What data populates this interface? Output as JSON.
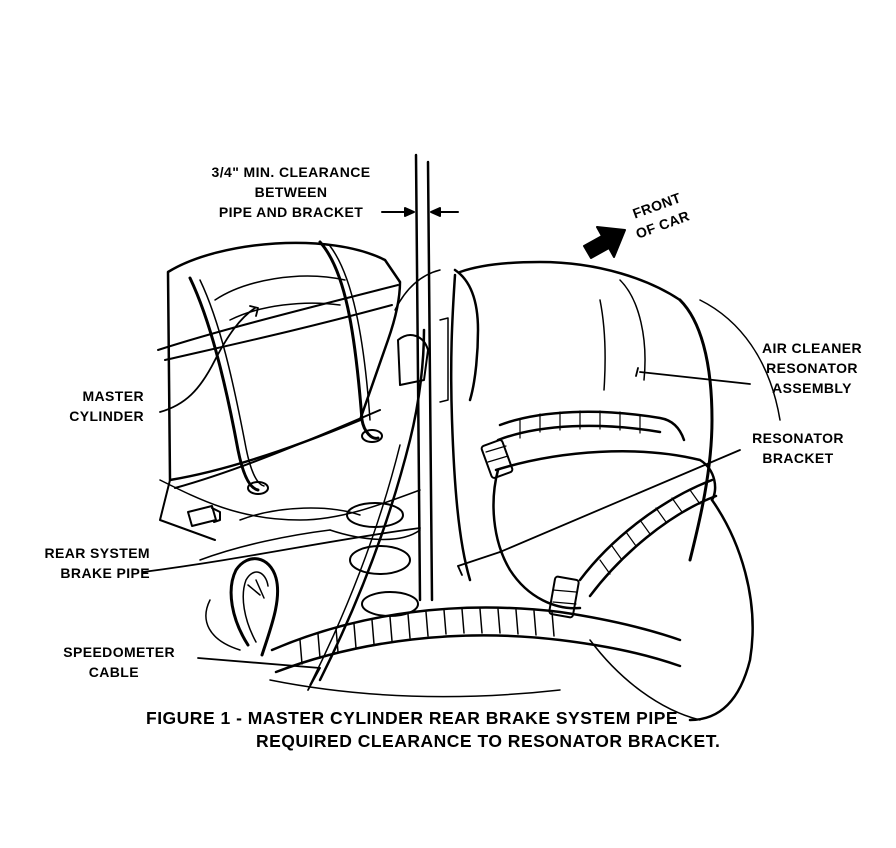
{
  "labels": {
    "clearance": [
      "3/4\" MIN. CLEARANCE",
      "BETWEEN",
      "PIPE AND BRACKET"
    ],
    "front_of_car": [
      "FRONT",
      "OF CAR"
    ],
    "air_cleaner": [
      "AIR CLEANER",
      "RESONATOR",
      "ASSEMBLY"
    ],
    "resonator_bracket": [
      "RESONATOR",
      "BRACKET"
    ],
    "master_cylinder": [
      "MASTER",
      "CYLINDER"
    ],
    "rear_system_pipe": [
      "REAR SYSTEM",
      "BRAKE PIPE"
    ],
    "speedometer_cable": [
      "SPEEDOMETER",
      "CABLE"
    ]
  },
  "caption": {
    "line1": "FIGURE 1 - MASTER CYLINDER REAR BRAKE  SYSTEM PIPE",
    "line2": "REQUIRED CLEARANCE TO RESONATOR BRACKET."
  }
}
